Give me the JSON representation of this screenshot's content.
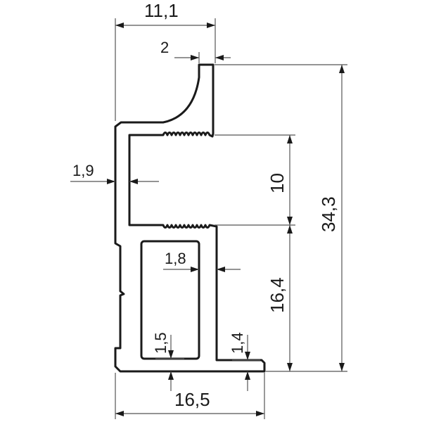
{
  "diagram": {
    "type": "technical-profile-drawing",
    "line_color": "#1a1a1a",
    "dimension_line_color": "#555555",
    "dimensions": {
      "total_width_top": "11,1",
      "lip_thickness": "2",
      "wall_thickness_left": "1,9",
      "slot_height": "10",
      "overall_height": "34,3",
      "chamber_wall": "1,8",
      "lower_height": "16,4",
      "bottom_wall_left": "1,5",
      "bottom_wall_right": "1,4",
      "base_width": "16,5"
    }
  }
}
